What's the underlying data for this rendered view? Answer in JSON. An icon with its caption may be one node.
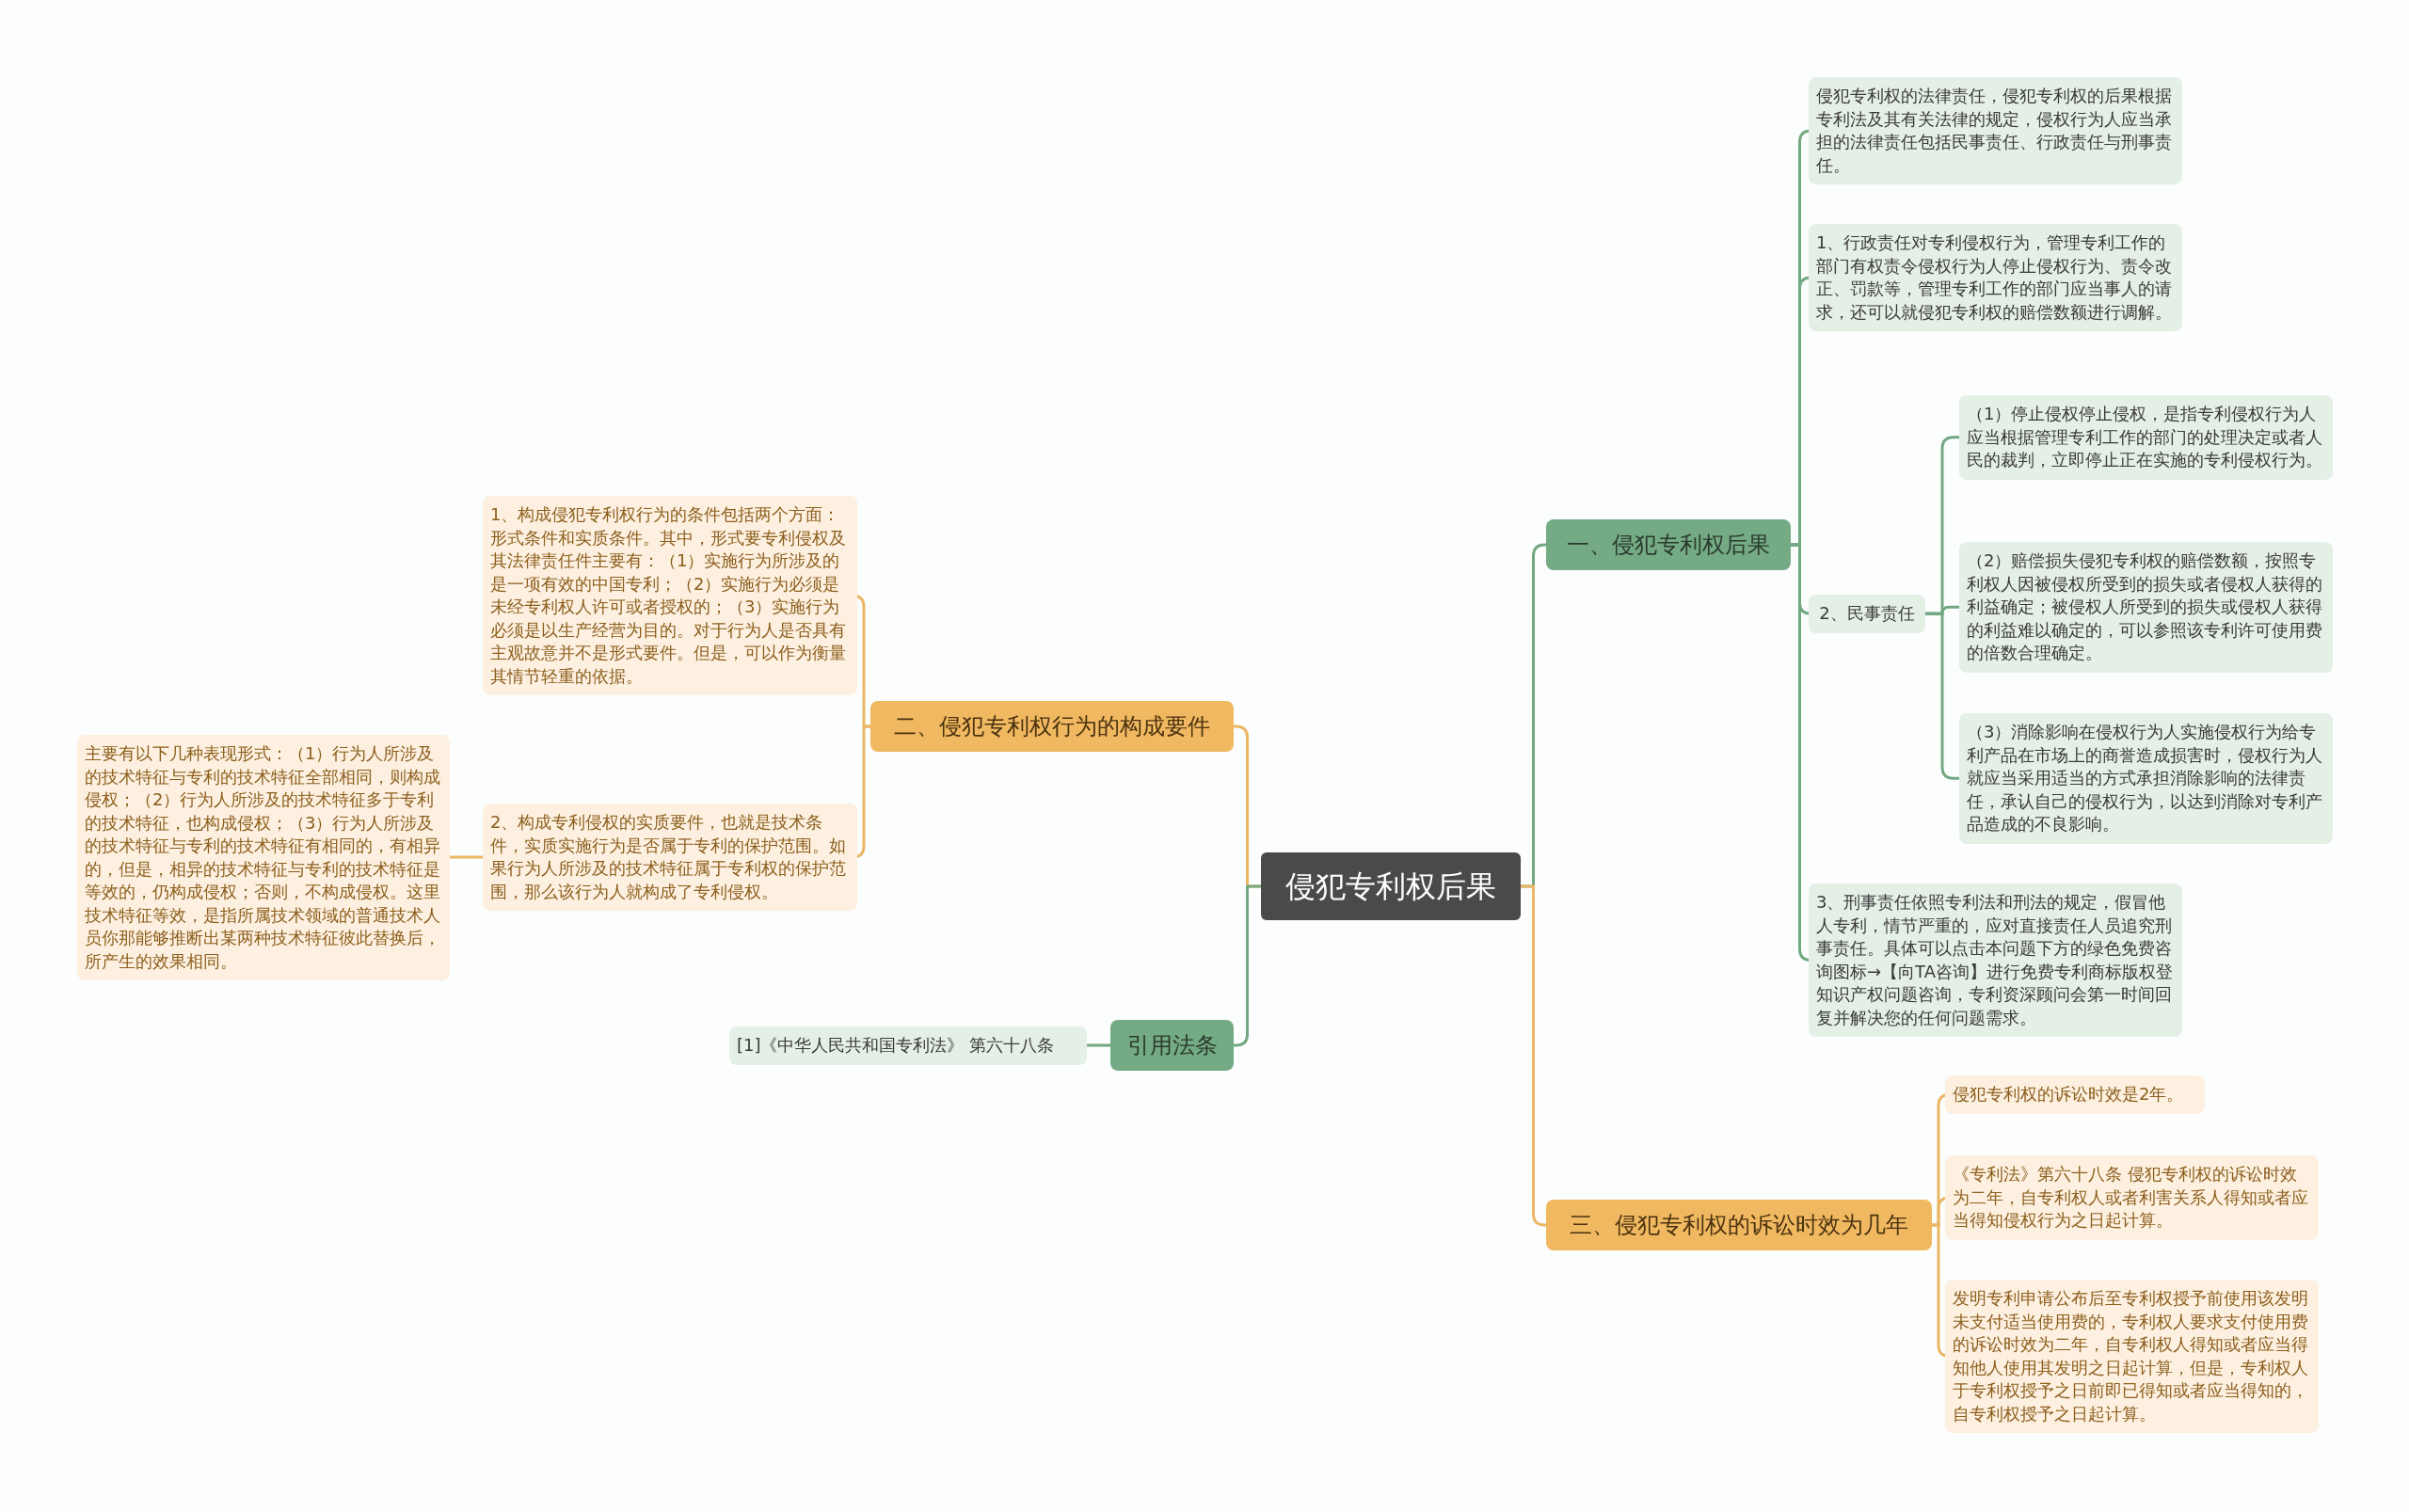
{
  "diagram": {
    "nodes": [
      {
        "text": [
          "侵犯专利权后果"
        ]
      },
      {
        "text": [
          "一、侵犯专利权后果"
        ]
      },
      {
        "text": [
          "侵犯专利权的法律责任，侵犯专利权的后果根据专利法及其有关法律的规定，侵权行为人应当承担的法律责任包括民事责任、行政责任与刑事责任。"
        ]
      },
      {
        "text": [
          "1、行政责任对专利侵权行为，管理专利工作的部门有权责令侵权行为人停止侵权行为、责令改正、罚款等，管理专利工作的部门应当事人的请求，还可以就侵犯专利权的赔偿数额进行调解。"
        ]
      },
      {
        "text": [
          "2、民事责任"
        ]
      },
      {
        "text": [
          "（1）停止侵权停止侵权，是指专利侵权行为人应当根据管理专利工作的部门的处理决定或者人民的裁判，立即停止正在实施的专利侵权行为。"
        ]
      },
      {
        "text": [
          "（2）赔偿损失侵犯专利权的赔偿数额，按照专利权人因被侵权所受到的损失或者侵权人获得的利益确定；被侵权人所受到的损失或侵权人获得的利益难以确定的，可以参照该专利许可使用费的倍数合理确定。"
        ]
      },
      {
        "text": [
          "（3）消除影响在侵权行为人实施侵权行为给专利产品在市场上的商誉造成损害时，侵权行为人就应当采用适当的方式承担消除影响的法律责任，承认自己的侵权行为，以达到消除对专利产品造成的不良影响。"
        ]
      },
      {
        "text": [
          "3、刑事责任依照专利法和刑法的规定，假冒他人专利，情节严重的，应对直接责任人员追究刑事责任。具体可以点击本问题下方的绿色免费咨询图标→【向TA咨询】进行免费专利商标版权登知识产权问题咨询，专利资深顾问会第一时间回复并解决您的任何问题需求。"
        ]
      },
      {
        "text": [
          "二、侵犯专利权行为的构成要件"
        ]
      },
      {
        "text": [
          "1、构成侵犯专利权行为的条件包括两个方面：形式条件和实质条件。其中，形式要专利侵权及其法律责任件主要有：（1）实施行为所涉及的是一项有效的中国专利；（2）实施行为必须是未经专利权人许可或者授权的；（3）实施行为必须是以生产经营为目的。对于行为人是否具有主观故意并不是形式要件。但是，可以作为衡量其情节轻重的依据。"
        ]
      },
      {
        "text": [
          "2、构成专利侵权的实质要件，也就是技术条件，实质实施行为是否属于专利的保护范围。如果行为人所涉及的技术特征属于专利权的保护范围，那么该行为人就构成了专利侵权。"
        ]
      },
      {
        "text": [
          "主要有以下几种表现形式：（1）行为人所涉及的技术特征与专利的技术特征全部相同，则构成侵权；（2）行为人所涉及的技术特征多于专利的技术特征，也构成侵权；（3）行为人所涉及的技术特征与专利的技术特征有相同的，有相异的，但是，相异的技术特征与专利的技术特征是等效的，仍构成侵权；否则，不构成侵权。这里技术特征等效，是指所属技术领域的普通技术人员你那能够推断出某两种技术特征彼此替换后，所产生的效果相同。"
        ]
      },
      {
        "text": [
          "引用法条"
        ]
      },
      {
        "text": [
          "[1]《中华人民共和国专利法》 第六十八条"
        ]
      },
      {
        "text": [
          "三、侵犯专利权的诉讼时效为几年"
        ]
      },
      {
        "text": [
          "侵犯专利权的诉讼时效是2年。"
        ]
      },
      {
        "text": [
          "《专利法》第六十八条 侵犯专利权的诉讼时效为二年，自专利权人或者利害关系人得知或者应当得知侵权行为之日起计算。"
        ]
      },
      {
        "text": [
          "发明专利申请公布后至专利权授予前使用该发明未支付适当使用费的，专利权人要求支付使用费的诉讼时效为二年，自专利权人得知或者应当得知他人使用其发明之日起计算，但是，专利权人于专利权授予之日前即已得知或者应当得知的，自专利权授予之日起计算。"
        ]
      }
    ],
    "edges": [
      {
        "from": 0,
        "to": 1,
        "arrow": "none"
      },
      {
        "from": 1,
        "to": 2,
        "arrow": "none"
      },
      {
        "from": 1,
        "to": 3,
        "arrow": "none"
      },
      {
        "from": 1,
        "to": 4,
        "arrow": "none"
      },
      {
        "from": 4,
        "to": 5,
        "arrow": "none"
      },
      {
        "from": 4,
        "to": 6,
        "arrow": "none"
      },
      {
        "from": 4,
        "to": 7,
        "arrow": "none"
      },
      {
        "from": 1,
        "to": 8,
        "arrow": "none"
      },
      {
        "from": 0,
        "to": 9,
        "arrow": "none",
        "color": "#eab765"
      },
      {
        "from": 9,
        "to": 10,
        "arrow": "none",
        "color": "#eab765"
      },
      {
        "from": 9,
        "to": 11,
        "arrow": "none",
        "color": "#eab765"
      },
      {
        "from": 11,
        "to": 12,
        "arrow": "none",
        "color": "#eab765"
      },
      {
        "from": 0,
        "to": 13,
        "arrow": "none"
      },
      {
        "from": 13,
        "to": 14,
        "arrow": "none"
      },
      {
        "from": 0,
        "to": 15,
        "arrow": "none",
        "color": "#eab765"
      },
      {
        "from": 15,
        "to": 16,
        "arrow": "none",
        "color": "#eab765"
      },
      {
        "from": 15,
        "to": 17,
        "arrow": "none",
        "color": "#eab765"
      },
      {
        "from": 15,
        "to": 18,
        "arrow": "none",
        "color": "#eab765"
      }
    ]
  }
}
